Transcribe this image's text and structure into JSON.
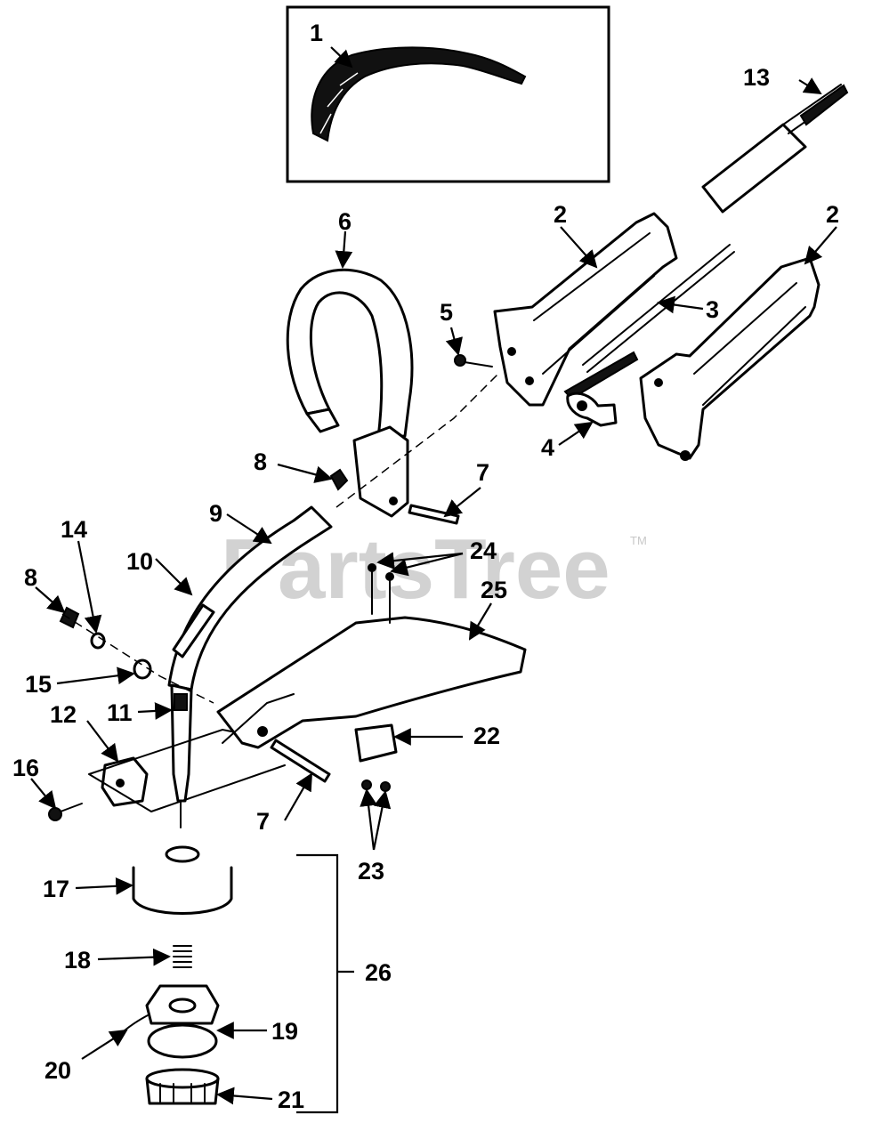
{
  "watermark": {
    "text": "PartsTree",
    "tm": "TM"
  },
  "callouts": [
    {
      "id": "1",
      "label": "1"
    },
    {
      "id": "2a",
      "label": "2"
    },
    {
      "id": "2b",
      "label": "2"
    },
    {
      "id": "3",
      "label": "3"
    },
    {
      "id": "4",
      "label": "4"
    },
    {
      "id": "5",
      "label": "5"
    },
    {
      "id": "6",
      "label": "6"
    },
    {
      "id": "7a",
      "label": "7"
    },
    {
      "id": "7b",
      "label": "7"
    },
    {
      "id": "8a",
      "label": "8"
    },
    {
      "id": "8b",
      "label": "8"
    },
    {
      "id": "9",
      "label": "9"
    },
    {
      "id": "10",
      "label": "10"
    },
    {
      "id": "11",
      "label": "11"
    },
    {
      "id": "12",
      "label": "12"
    },
    {
      "id": "13",
      "label": "13"
    },
    {
      "id": "14",
      "label": "14"
    },
    {
      "id": "15",
      "label": "15"
    },
    {
      "id": "16",
      "label": "16"
    },
    {
      "id": "17",
      "label": "17"
    },
    {
      "id": "18",
      "label": "18"
    },
    {
      "id": "19",
      "label": "19"
    },
    {
      "id": "20",
      "label": "20"
    },
    {
      "id": "21",
      "label": "21"
    },
    {
      "id": "22",
      "label": "22"
    },
    {
      "id": "23",
      "label": "23"
    },
    {
      "id": "24",
      "label": "24"
    },
    {
      "id": "25",
      "label": "25"
    },
    {
      "id": "26",
      "label": "26"
    }
  ]
}
